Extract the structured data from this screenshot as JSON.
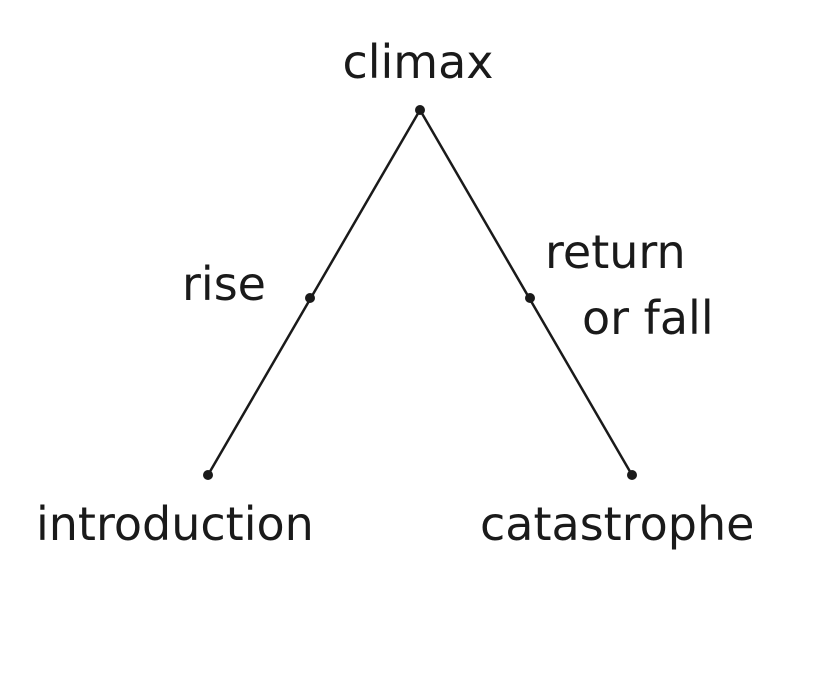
{
  "diagram": {
    "nodes": {
      "climax": "climax",
      "introduction": "introduction",
      "catastrophe": "catastrophe"
    },
    "edge_labels": {
      "rise": "rise",
      "fall_line1": "return",
      "fall_line2": "or fall"
    }
  }
}
